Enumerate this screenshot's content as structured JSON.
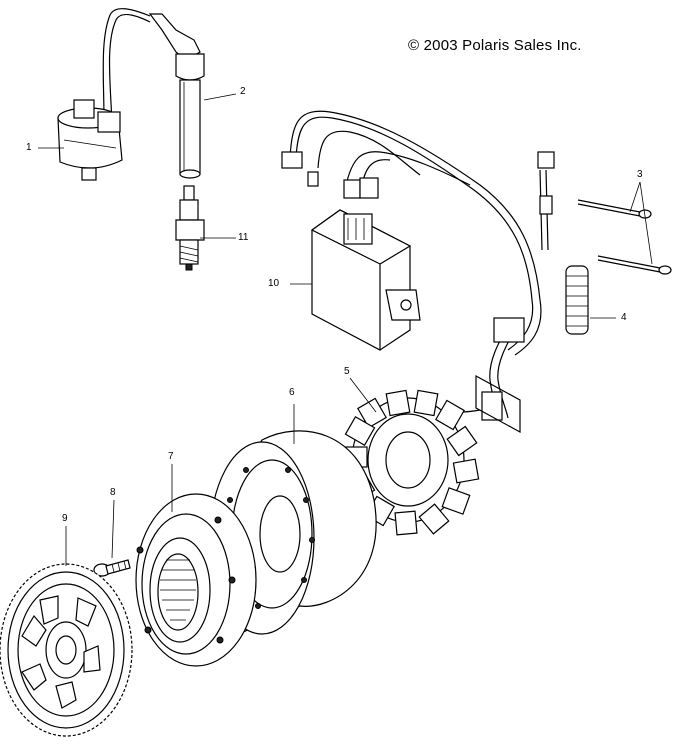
{
  "copyright": "© 2003 Polaris Sales Inc.",
  "callouts": {
    "c1": "1",
    "c2": "2",
    "c3": "3",
    "c4": "4",
    "c5": "5",
    "c6": "6",
    "c7": "7",
    "c8": "8",
    "c9": "9",
    "c10": "10",
    "c11": "11"
  }
}
